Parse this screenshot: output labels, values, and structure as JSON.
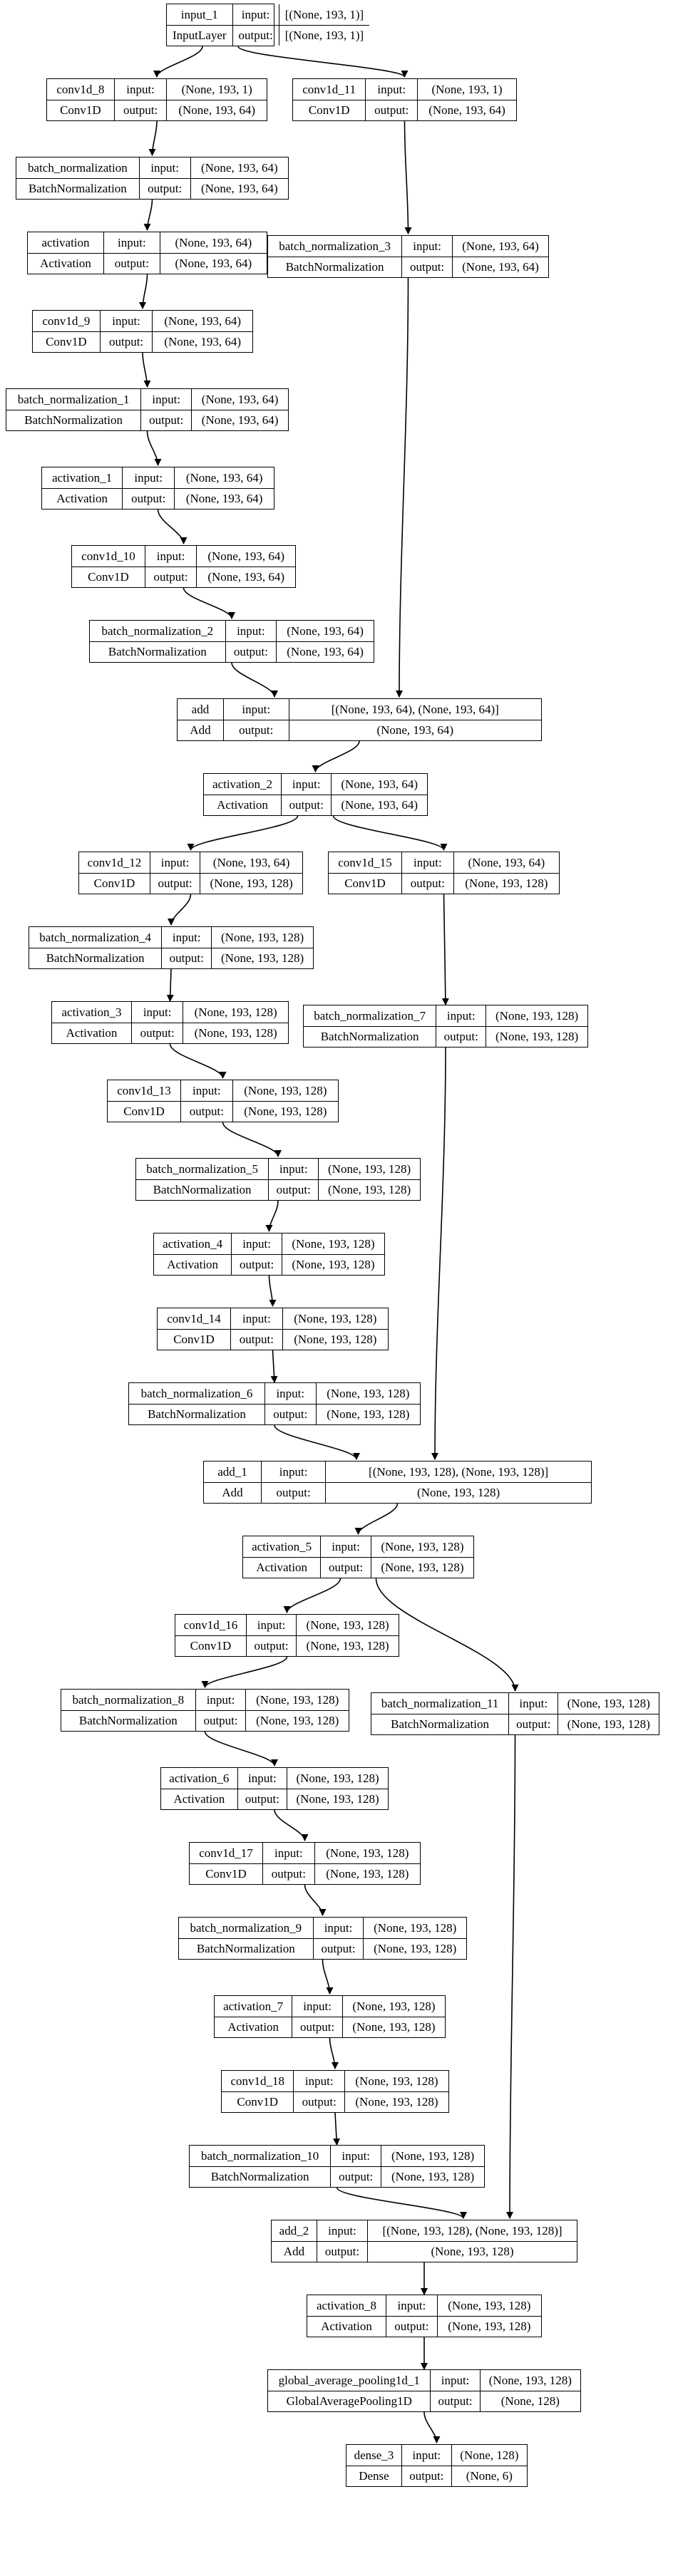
{
  "nodes": [
    {
      "id": "input_1",
      "name": "input_1",
      "cls": "InputLayer",
      "input": "[(None, 193, 1)]",
      "output": "[(None, 193, 1)]"
    },
    {
      "id": "conv1d_8",
      "name": "conv1d_8",
      "cls": "Conv1D",
      "input": "(None, 193, 1)",
      "output": "(None, 193, 64)"
    },
    {
      "id": "conv1d_11",
      "name": "conv1d_11",
      "cls": "Conv1D",
      "input": "(None, 193, 1)",
      "output": "(None, 193, 64)"
    },
    {
      "id": "batch_normalization",
      "name": "batch_normalization",
      "cls": "BatchNormalization",
      "input": "(None, 193, 64)",
      "output": "(None, 193, 64)"
    },
    {
      "id": "activation",
      "name": "activation",
      "cls": "Activation",
      "input": "(None, 193, 64)",
      "output": "(None, 193, 64)"
    },
    {
      "id": "batch_normalization_3",
      "name": "batch_normalization_3",
      "cls": "BatchNormalization",
      "input": "(None, 193, 64)",
      "output": "(None, 193, 64)"
    },
    {
      "id": "conv1d_9",
      "name": "conv1d_9",
      "cls": "Conv1D",
      "input": "(None, 193, 64)",
      "output": "(None, 193, 64)"
    },
    {
      "id": "batch_normalization_1",
      "name": "batch_normalization_1",
      "cls": "BatchNormalization",
      "input": "(None, 193, 64)",
      "output": "(None, 193, 64)"
    },
    {
      "id": "activation_1",
      "name": "activation_1",
      "cls": "Activation",
      "input": "(None, 193, 64)",
      "output": "(None, 193, 64)"
    },
    {
      "id": "conv1d_10",
      "name": "conv1d_10",
      "cls": "Conv1D",
      "input": "(None, 193, 64)",
      "output": "(None, 193, 64)"
    },
    {
      "id": "batch_normalization_2",
      "name": "batch_normalization_2",
      "cls": "BatchNormalization",
      "input": "(None, 193, 64)",
      "output": "(None, 193, 64)"
    },
    {
      "id": "add",
      "name": "add",
      "cls": "Add",
      "input": "[(None, 193, 64), (None, 193, 64)]",
      "output": "(None, 193, 64)"
    },
    {
      "id": "activation_2",
      "name": "activation_2",
      "cls": "Activation",
      "input": "(None, 193, 64)",
      "output": "(None, 193, 64)"
    },
    {
      "id": "conv1d_12",
      "name": "conv1d_12",
      "cls": "Conv1D",
      "input": "(None, 193, 64)",
      "output": "(None, 193, 128)"
    },
    {
      "id": "conv1d_15",
      "name": "conv1d_15",
      "cls": "Conv1D",
      "input": "(None, 193, 64)",
      "output": "(None, 193, 128)"
    },
    {
      "id": "batch_normalization_4",
      "name": "batch_normalization_4",
      "cls": "BatchNormalization",
      "input": "(None, 193, 128)",
      "output": "(None, 193, 128)"
    },
    {
      "id": "activation_3",
      "name": "activation_3",
      "cls": "Activation",
      "input": "(None, 193, 128)",
      "output": "(None, 193, 128)"
    },
    {
      "id": "batch_normalization_7",
      "name": "batch_normalization_7",
      "cls": "BatchNormalization",
      "input": "(None, 193, 128)",
      "output": "(None, 193, 128)"
    },
    {
      "id": "conv1d_13",
      "name": "conv1d_13",
      "cls": "Conv1D",
      "input": "(None, 193, 128)",
      "output": "(None, 193, 128)"
    },
    {
      "id": "batch_normalization_5",
      "name": "batch_normalization_5",
      "cls": "BatchNormalization",
      "input": "(None, 193, 128)",
      "output": "(None, 193, 128)"
    },
    {
      "id": "activation_4",
      "name": "activation_4",
      "cls": "Activation",
      "input": "(None, 193, 128)",
      "output": "(None, 193, 128)"
    },
    {
      "id": "conv1d_14",
      "name": "conv1d_14",
      "cls": "Conv1D",
      "input": "(None, 193, 128)",
      "output": "(None, 193, 128)"
    },
    {
      "id": "batch_normalization_6",
      "name": "batch_normalization_6",
      "cls": "BatchNormalization",
      "input": "(None, 193, 128)",
      "output": "(None, 193, 128)"
    },
    {
      "id": "add_1",
      "name": "add_1",
      "cls": "Add",
      "input": "[(None, 193, 128), (None, 193, 128)]",
      "output": "(None, 193, 128)"
    },
    {
      "id": "activation_5",
      "name": "activation_5",
      "cls": "Activation",
      "input": "(None, 193, 128)",
      "output": "(None, 193, 128)"
    },
    {
      "id": "conv1d_16",
      "name": "conv1d_16",
      "cls": "Conv1D",
      "input": "(None, 193, 128)",
      "output": "(None, 193, 128)"
    },
    {
      "id": "batch_normalization_8",
      "name": "batch_normalization_8",
      "cls": "BatchNormalization",
      "input": "(None, 193, 128)",
      "output": "(None, 193, 128)"
    },
    {
      "id": "batch_normalization_11",
      "name": "batch_normalization_11",
      "cls": "BatchNormalization",
      "input": "(None, 193, 128)",
      "output": "(None, 193, 128)"
    },
    {
      "id": "activation_6",
      "name": "activation_6",
      "cls": "Activation",
      "input": "(None, 193, 128)",
      "output": "(None, 193, 128)"
    },
    {
      "id": "conv1d_17",
      "name": "conv1d_17",
      "cls": "Conv1D",
      "input": "(None, 193, 128)",
      "output": "(None, 193, 128)"
    },
    {
      "id": "batch_normalization_9",
      "name": "batch_normalization_9",
      "cls": "BatchNormalization",
      "input": "(None, 193, 128)",
      "output": "(None, 193, 128)"
    },
    {
      "id": "activation_7",
      "name": "activation_7",
      "cls": "Activation",
      "input": "(None, 193, 128)",
      "output": "(None, 193, 128)"
    },
    {
      "id": "conv1d_18",
      "name": "conv1d_18",
      "cls": "Conv1D",
      "input": "(None, 193, 128)",
      "output": "(None, 193, 128)"
    },
    {
      "id": "batch_normalization_10",
      "name": "batch_normalization_10",
      "cls": "BatchNormalization",
      "input": "(None, 193, 128)",
      "output": "(None, 193, 128)"
    },
    {
      "id": "add_2",
      "name": "add_2",
      "cls": "Add",
      "input": "[(None, 193, 128), (None, 193, 128)]",
      "output": "(None, 193, 128)"
    },
    {
      "id": "activation_8",
      "name": "activation_8",
      "cls": "Activation",
      "input": "(None, 193, 128)",
      "output": "(None, 193, 128)"
    },
    {
      "id": "global_average_pooling1d_1",
      "name": "global_average_pooling1d_1",
      "cls": "GlobalAveragePooling1D",
      "input": "(None, 193, 128)",
      "output": "(None, 128)"
    },
    {
      "id": "dense_3",
      "name": "dense_3",
      "cls": "Dense",
      "input": "(None, 128)",
      "output": "(None, 6)"
    }
  ],
  "edges": [
    [
      "input_1",
      "conv1d_8"
    ],
    [
      "input_1",
      "conv1d_11"
    ],
    [
      "conv1d_8",
      "batch_normalization"
    ],
    [
      "conv1d_11",
      "batch_normalization_3"
    ],
    [
      "batch_normalization",
      "activation"
    ],
    [
      "activation",
      "conv1d_9"
    ],
    [
      "conv1d_9",
      "batch_normalization_1"
    ],
    [
      "batch_normalization_1",
      "activation_1"
    ],
    [
      "activation_1",
      "conv1d_10"
    ],
    [
      "conv1d_10",
      "batch_normalization_2"
    ],
    [
      "batch_normalization_2",
      "add"
    ],
    [
      "batch_normalization_3",
      "add"
    ],
    [
      "add",
      "activation_2"
    ],
    [
      "activation_2",
      "conv1d_12"
    ],
    [
      "activation_2",
      "conv1d_15"
    ],
    [
      "conv1d_12",
      "batch_normalization_4"
    ],
    [
      "batch_normalization_4",
      "activation_3"
    ],
    [
      "conv1d_15",
      "batch_normalization_7"
    ],
    [
      "activation_3",
      "conv1d_13"
    ],
    [
      "conv1d_13",
      "batch_normalization_5"
    ],
    [
      "batch_normalization_5",
      "activation_4"
    ],
    [
      "activation_4",
      "conv1d_14"
    ],
    [
      "conv1d_14",
      "batch_normalization_6"
    ],
    [
      "batch_normalization_6",
      "add_1"
    ],
    [
      "batch_normalization_7",
      "add_1"
    ],
    [
      "add_1",
      "activation_5"
    ],
    [
      "activation_5",
      "conv1d_16"
    ],
    [
      "activation_5",
      "batch_normalization_11"
    ],
    [
      "conv1d_16",
      "batch_normalization_8"
    ],
    [
      "batch_normalization_8",
      "activation_6"
    ],
    [
      "activation_6",
      "conv1d_17"
    ],
    [
      "conv1d_17",
      "batch_normalization_9"
    ],
    [
      "batch_normalization_9",
      "activation_7"
    ],
    [
      "activation_7",
      "conv1d_18"
    ],
    [
      "conv1d_18",
      "batch_normalization_10"
    ],
    [
      "batch_normalization_10",
      "add_2"
    ],
    [
      "batch_normalization_11",
      "add_2"
    ],
    [
      "add_2",
      "activation_8"
    ],
    [
      "activation_8",
      "global_average_pooling1d_1"
    ],
    [
      "global_average_pooling1d_1",
      "dense_3"
    ]
  ],
  "labels": {
    "input": "input:",
    "output": "output:"
  },
  "colors": {
    "stroke": "#000000",
    "background": "#ffffff"
  }
}
